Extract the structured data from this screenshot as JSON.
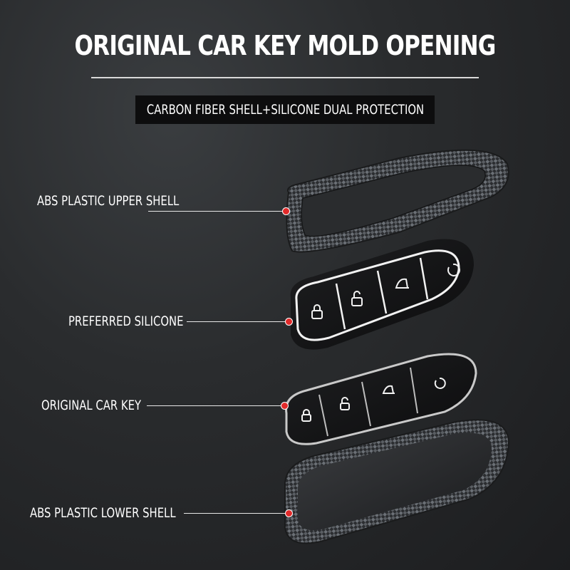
{
  "header": {
    "title": "ORIGINAL CAR KEY MOLD OPENING",
    "subtitle": "CARBON FIBER SHELL+SILICONE DUAL PROTECTION"
  },
  "parts": [
    {
      "label": "ABS PLASTIC UPPER SHELL"
    },
    {
      "label": "PREFERRED SILICONE"
    },
    {
      "label": "ORIGINAL CAR KEY"
    },
    {
      "label": "ABS PLASTIC LOWER SHELL"
    }
  ],
  "colors": {
    "accent_dot": "#e22a2a",
    "silicone_trim": "#f2f2f2",
    "carbon": "#3b3e42"
  },
  "icons": [
    "lock-icon",
    "unlock-icon",
    "trunk-icon",
    "power-icon"
  ]
}
